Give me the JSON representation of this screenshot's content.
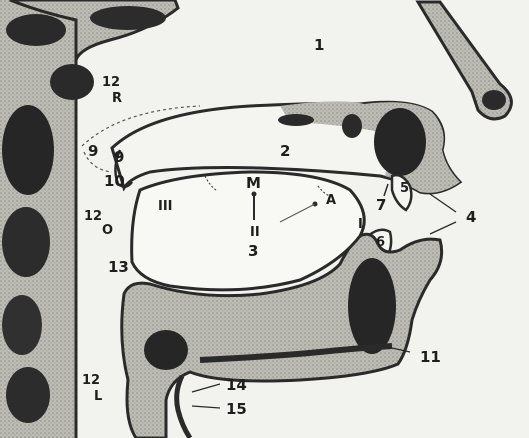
{
  "labels": {
    "l1": "1",
    "l2": "2",
    "l3": "3",
    "l4": "4",
    "l5": "5",
    "l6": "6",
    "l7": "7",
    "l9_outer": "9",
    "l9_inner": "9",
    "l10": "10",
    "l11": "11",
    "l12": "12",
    "l12_r": "12",
    "r": "R",
    "l12_o": "12",
    "o": "O",
    "l12_l": "12",
    "l": "L",
    "l13": "13",
    "l14": "14",
    "l15": "15",
    "roman_3": "III",
    "roman_2": "II",
    "roman_1": "I",
    "m": "M",
    "a": "A"
  }
}
